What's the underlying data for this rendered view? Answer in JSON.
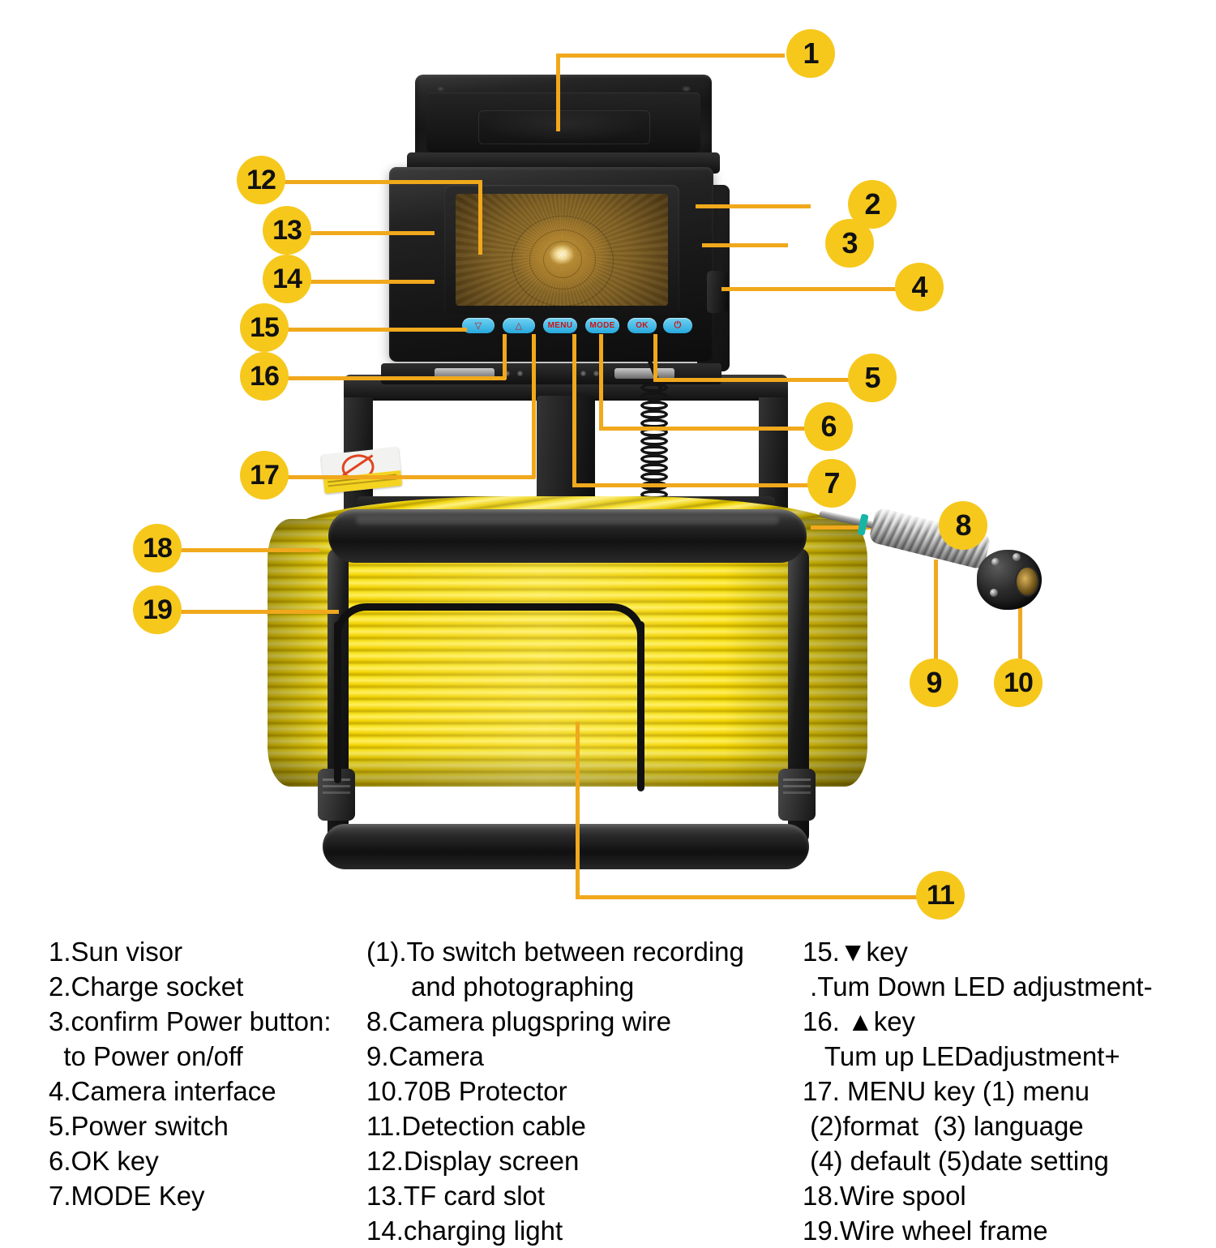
{
  "product": {
    "name": "pipe-inspection-camera-system",
    "accent_badge_color": "#f6c81c",
    "leader_line_color": "#f0a81c",
    "button_face_color": "#35b0e0",
    "button_text_color": "#c9161a",
    "cable_color": "#f4dd10",
    "frame_color": "#121212"
  },
  "callouts": [
    {
      "id": "1",
      "label": "Sun visor"
    },
    {
      "id": "2",
      "label": "Charge socket"
    },
    {
      "id": "3",
      "label": "confirm Power button"
    },
    {
      "id": "4",
      "label": "Camera interface"
    },
    {
      "id": "5",
      "label": "Power switch"
    },
    {
      "id": "6",
      "label": "OK key"
    },
    {
      "id": "7",
      "label": "MODE Key"
    },
    {
      "id": "8",
      "label": "Camera plugspring wire"
    },
    {
      "id": "9",
      "label": "Camera"
    },
    {
      "id": "10",
      "label": "70B Protector"
    },
    {
      "id": "11",
      "label": "Detection cable"
    },
    {
      "id": "12",
      "label": "Display screen"
    },
    {
      "id": "13",
      "label": "TF card slot"
    },
    {
      "id": "14",
      "label": "charging light"
    },
    {
      "id": "15",
      "label": "down key"
    },
    {
      "id": "16",
      "label": "up key"
    },
    {
      "id": "17",
      "label": "MENU key"
    },
    {
      "id": "18",
      "label": "Wire spool"
    },
    {
      "id": "19",
      "label": "Wire wheel frame"
    }
  ],
  "keypad": {
    "buttons": [
      {
        "name": "down-key",
        "label": "▽"
      },
      {
        "name": "up-key",
        "label": "△"
      },
      {
        "name": "menu-key",
        "label": "MENU"
      },
      {
        "name": "mode-key",
        "label": "MODE"
      },
      {
        "name": "ok-key",
        "label": "OK"
      },
      {
        "name": "power-key",
        "label": "⏻"
      }
    ]
  },
  "legend": {
    "column1": [
      "1.Sun visor",
      "2.Charge socket",
      "3.confirm Power button:",
      "  to Power on/off",
      "4.Camera interface",
      "5.Power switch",
      "6.OK key",
      "7.MODE Key"
    ],
    "column2": [
      "(1).To switch between recording",
      "      and photographing",
      "8.Camera plugspring wire",
      "9.Camera",
      "10.70B Protector",
      "11.Detection cable",
      "12.Display screen",
      "13.TF card slot",
      "14.charging light"
    ],
    "column3": [
      "15.▼key",
      " .Tum Down LED adjustment-",
      "16. ▲key",
      "   Tum up LEDadjustment+",
      "17. MENU key (1) menu",
      " (2)format  (3) language",
      " (4) default (5)date setting",
      "18.Wire spool",
      "19.Wire wheel frame"
    ]
  }
}
